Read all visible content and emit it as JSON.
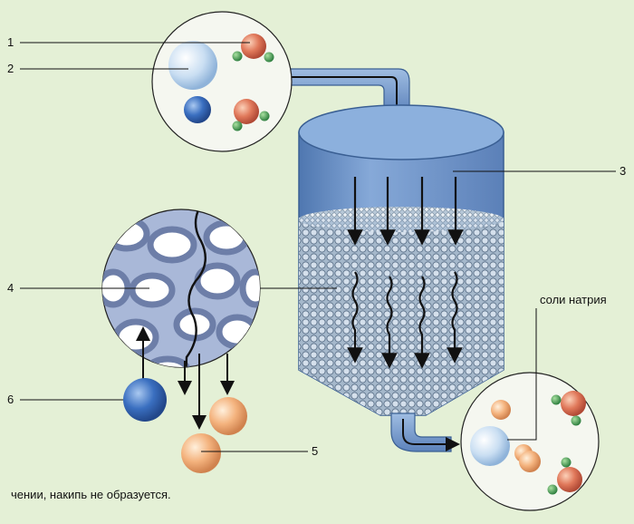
{
  "labels": {
    "l1": "1",
    "l2": "2",
    "l3": "3",
    "l4": "4",
    "l5": "5",
    "l6": "6",
    "sodium_salts": "соли натрия"
  },
  "caption": "чении, накипь не образуется.",
  "colors": {
    "background": "#e4f0d6",
    "tank_blue": "#6f95c9",
    "ion_red": "#e0785a",
    "ion_green": "#4fa060",
    "ion_blue": "#3a6fc0",
    "ion_light_blue": "#b8d4ee",
    "ion_orange": "#f2ad78"
  }
}
